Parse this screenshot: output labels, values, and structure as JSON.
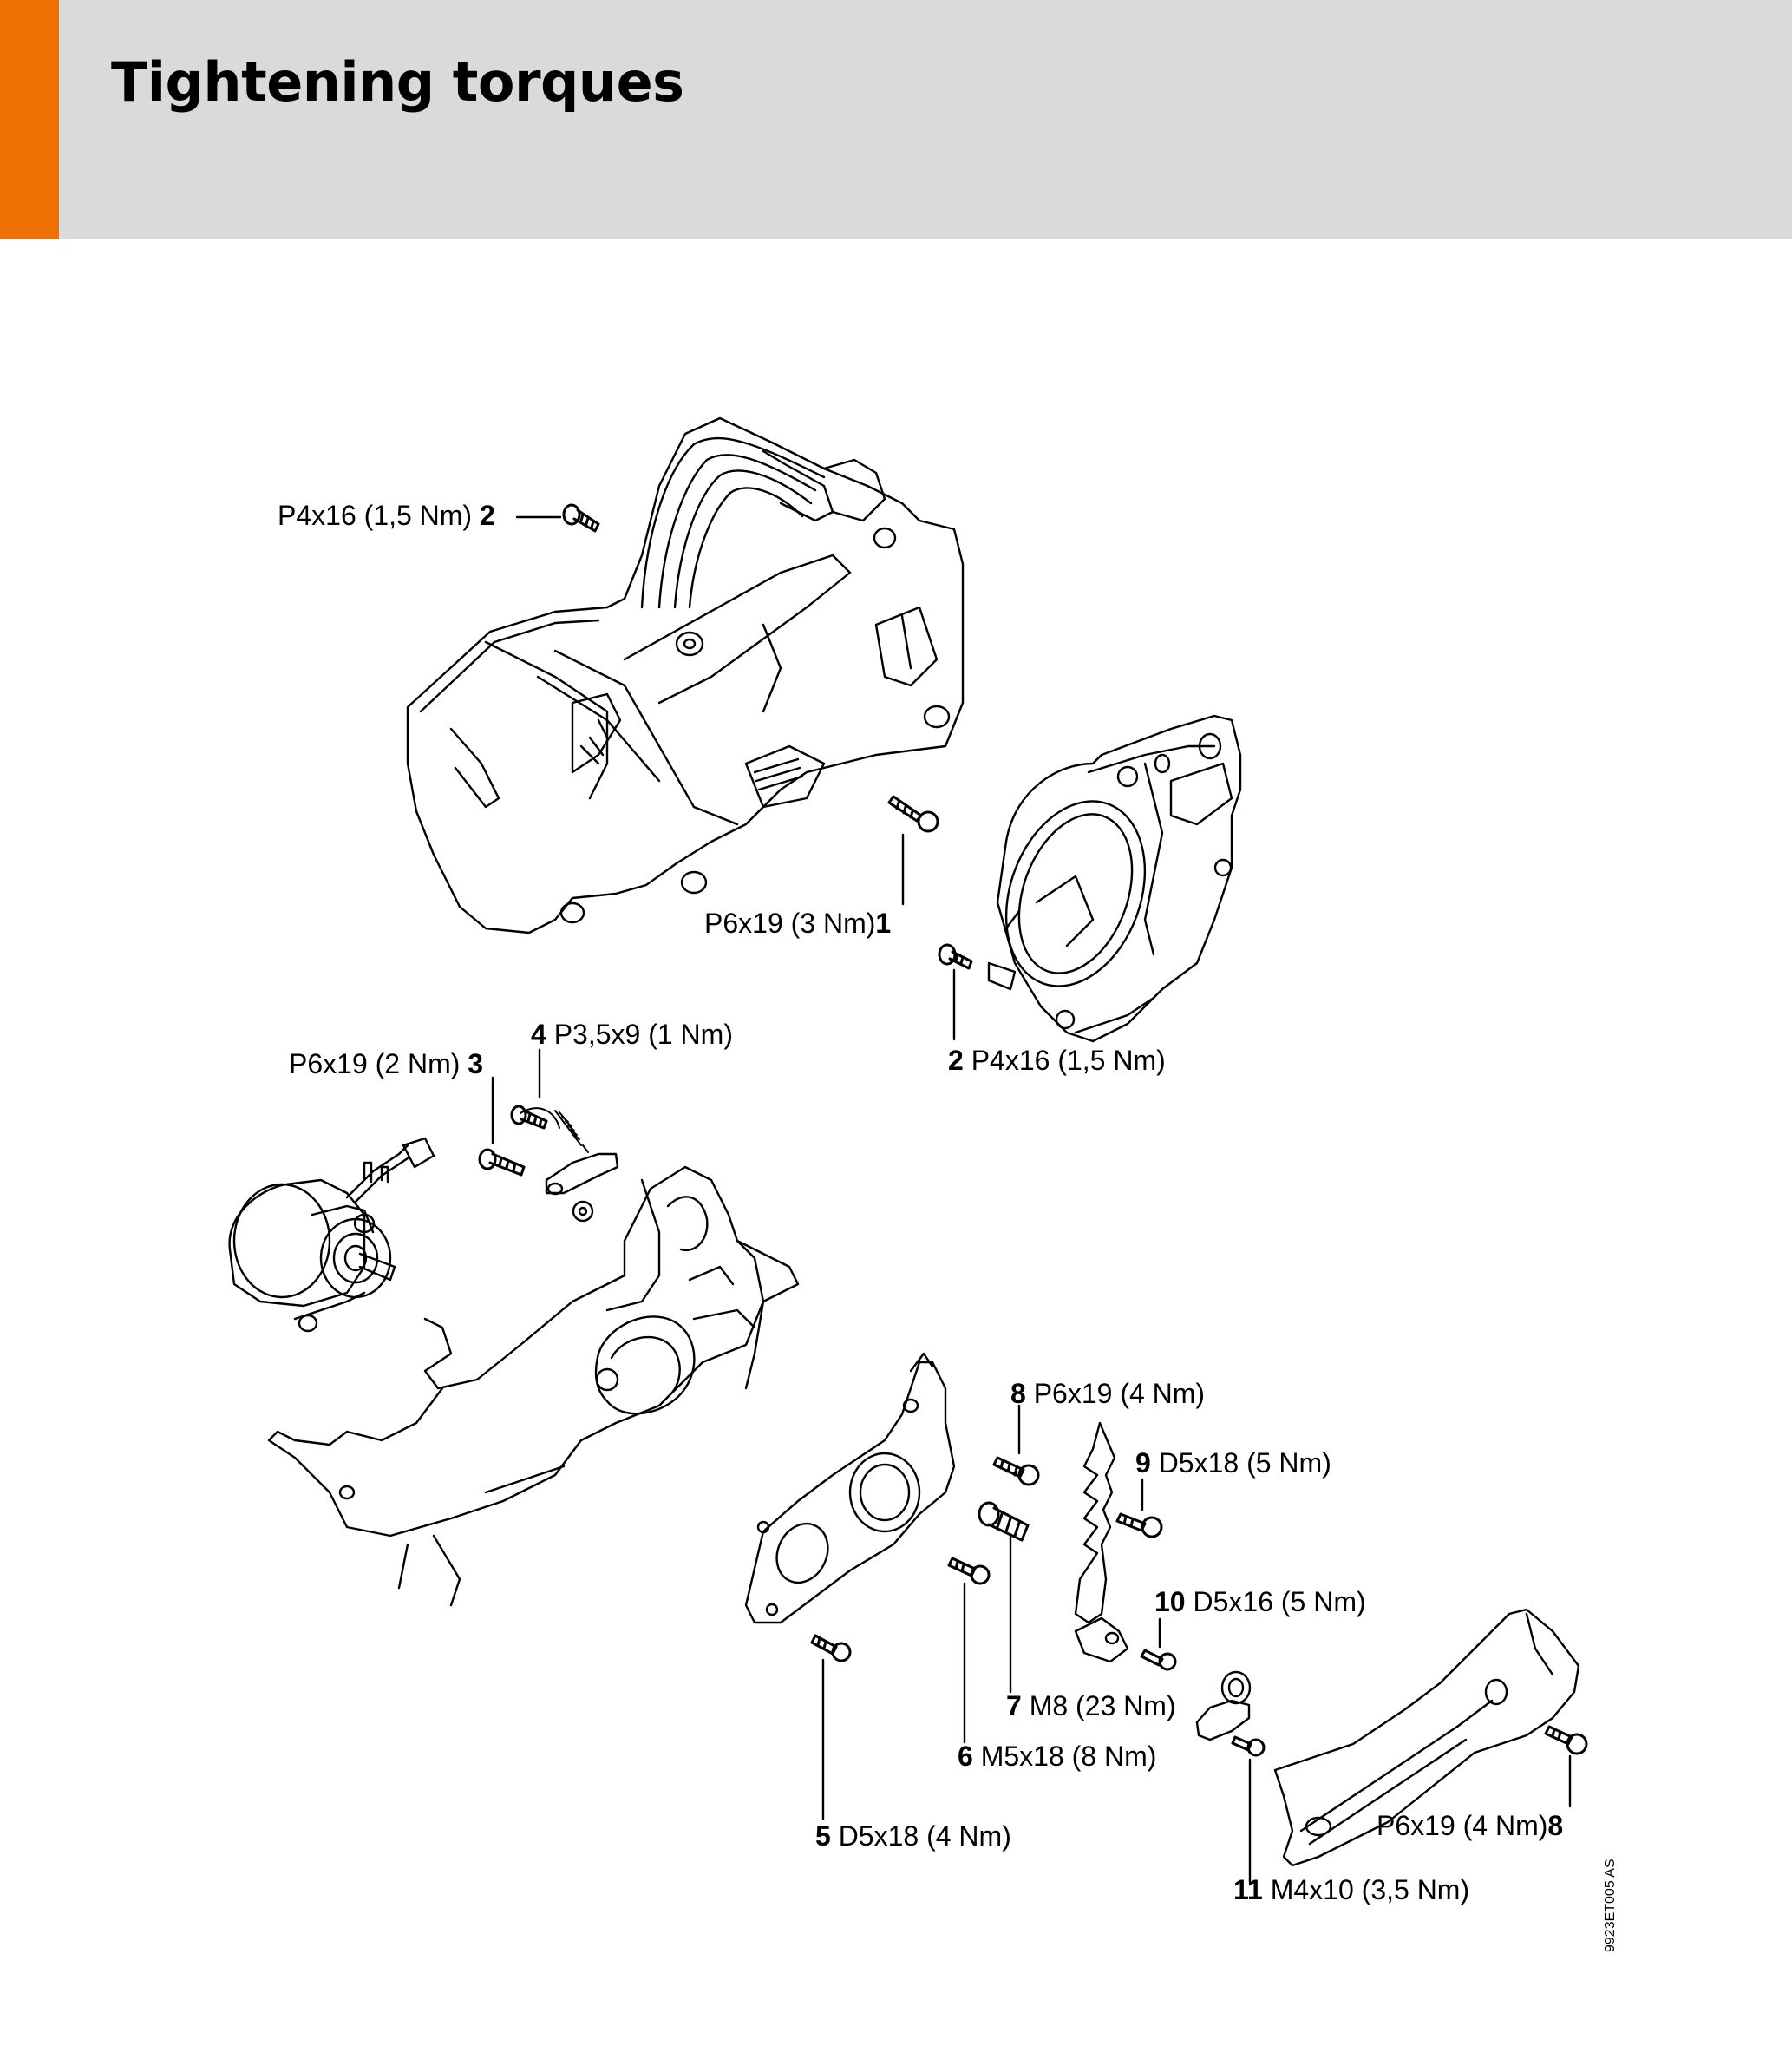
{
  "header": {
    "title": "Tightening torques",
    "accent_color": "#ee7203",
    "background_color": "#d9dad9"
  },
  "callouts": [
    {
      "id": "c2a",
      "number": "2",
      "spec": "P4x16 (1,5 Nm)",
      "order": "spec-first"
    },
    {
      "id": "c1",
      "number": "1",
      "spec": "P6x19 (3 Nm)",
      "order": "spec-first"
    },
    {
      "id": "c2b",
      "number": "2",
      "spec": "P4x16 (1,5 Nm)",
      "order": "number-first"
    },
    {
      "id": "c4",
      "number": "4",
      "spec": "P3,5x9 (1 Nm)",
      "order": "number-first"
    },
    {
      "id": "c3",
      "number": "3",
      "spec": "P6x19 (2 Nm)",
      "order": "spec-first"
    },
    {
      "id": "c8a",
      "number": "8",
      "spec": "P6x19 (4 Nm)",
      "order": "number-first"
    },
    {
      "id": "c9",
      "number": "9",
      "spec": "D5x18 (5 Nm)",
      "order": "number-first"
    },
    {
      "id": "c10",
      "number": "10",
      "spec": "D5x16 (5 Nm)",
      "order": "number-first"
    },
    {
      "id": "c7",
      "number": "7",
      "spec": "M8 (23 Nm)",
      "order": "number-first"
    },
    {
      "id": "c6",
      "number": "6",
      "spec": "M5x18 (8 Nm)",
      "order": "number-first"
    },
    {
      "id": "c5",
      "number": "5",
      "spec": "D5x18 (4 Nm)",
      "order": "number-first"
    },
    {
      "id": "c8b",
      "number": "8",
      "spec": "P6x19 (4 Nm)",
      "order": "spec-first"
    },
    {
      "id": "c11",
      "number": "11",
      "spec": "M4x10 (3,5 Nm)",
      "order": "number-first"
    }
  ],
  "parts": [
    {
      "name": "handle-housing"
    },
    {
      "name": "fan-housing"
    },
    {
      "name": "ignition-module"
    },
    {
      "name": "crankcase-housing"
    },
    {
      "name": "muffler-gasket-plate"
    },
    {
      "name": "spiked-bumper"
    },
    {
      "name": "chain-catcher"
    },
    {
      "name": "rear-handle-guard"
    }
  ],
  "figure_code": "9923ET005 AS"
}
